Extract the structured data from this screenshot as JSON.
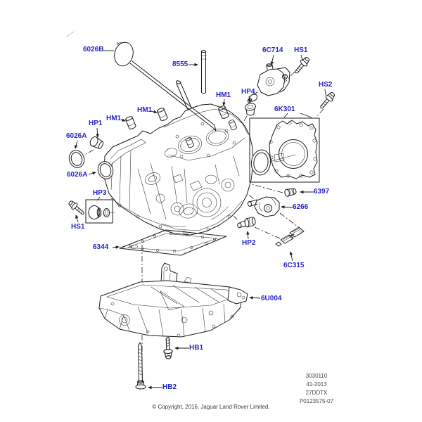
{
  "colors": {
    "callout_blue": "#2424cb",
    "line_black": "#1b1b1b",
    "footer_gray": "#3b3b3b"
  },
  "callouts": [
    "6026B",
    "8555",
    "6C714",
    "HS1",
    "HS2",
    "HP4",
    "HM1",
    "6K301",
    "HM1",
    "HM1",
    "HP1",
    "6026A",
    "6026A",
    "HP3",
    "HS1",
    "6344",
    "6397",
    "6266",
    "HP2",
    "6C315",
    "6U004",
    "HB1",
    "HB2"
  ],
  "footer": {
    "copyright": "© Copyright, 2016. Jaguar Land Rover Limited.",
    "plate": [
      "3030110",
      "41-2013",
      "27DDTX",
      "P0123575-07"
    ]
  },
  "parts_drawn": [
    "dipstick-handle-oval",
    "dipstick-rod",
    "dipstick-guide-tube",
    "engine-block",
    "oil-pressure-housing",
    "flange-bolt",
    "dowel-pin",
    "rear-seal-plate",
    "crankshaft-rear-seal",
    "core-plug",
    "o-ring-seal",
    "plug-kit-box",
    "oil-pan-gasket",
    "blanking-plug",
    "crankshaft-position-sensor",
    "oil-pressure-sensor",
    "sensor-bracket",
    "oil-pan",
    "short-flange-bolt",
    "long-flange-bolt"
  ]
}
